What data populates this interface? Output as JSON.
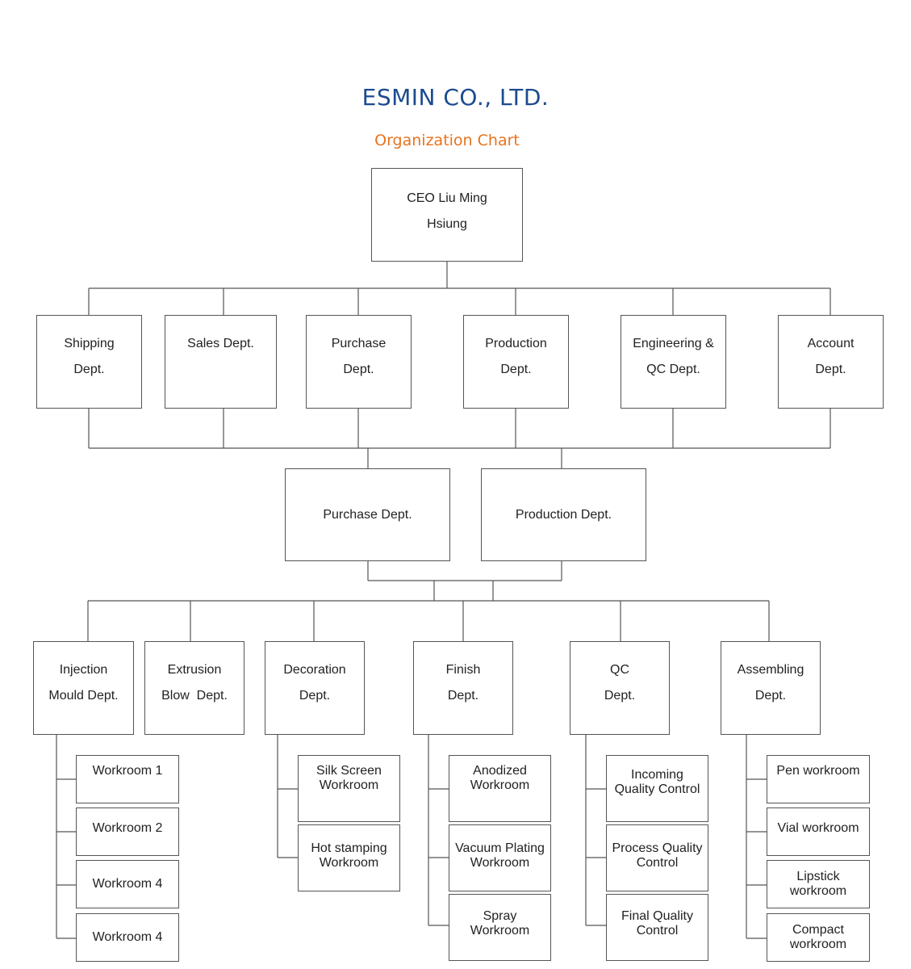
{
  "header": {
    "title": "ESMIN CO., LTD.",
    "subtitle": "Organization Chart",
    "title_color": "#1b4b8f",
    "subtitle_color": "#e8731e"
  },
  "ceo": [
    "CEO Liu Ming",
    "Hsiung"
  ],
  "level1": [
    [
      "Shipping",
      "Dept."
    ],
    [
      "Sales Dept."
    ],
    [
      "Purchase",
      "Dept."
    ],
    [
      "Production",
      "Dept."
    ],
    [
      "Engineering &",
      "QC Dept."
    ],
    [
      "Account",
      "Dept."
    ]
  ],
  "level2": [
    "Purchase Dept.",
    "Production Dept."
  ],
  "level3": [
    [
      "Injection",
      "Mould Dept."
    ],
    [
      "Extrusion",
      "Blow  Dept."
    ],
    [
      "Decoration",
      "Dept."
    ],
    [
      "Finish",
      "Dept."
    ],
    [
      "QC",
      "Dept."
    ],
    [
      "Assembling",
      "Dept."
    ]
  ],
  "workrooms": {
    "injection": [
      "Workroom 1",
      "Workroom 2",
      "Workroom 4",
      "Workroom 4"
    ],
    "decoration": [
      [
        "Silk Screen",
        "Workroom"
      ],
      [
        "Hot stamping",
        "Workroom"
      ]
    ],
    "finish": [
      [
        "Anodized",
        "Workroom"
      ],
      [
        "Vacuum Plating",
        "Workroom"
      ],
      [
        "Spray",
        "Workroom"
      ]
    ],
    "qc": [
      [
        "Incoming",
        "Quality Control"
      ],
      [
        "Process Quality",
        "Control"
      ],
      [
        "Final Quality",
        "Control"
      ]
    ],
    "assembling": [
      "Pen workroom",
      "Vial workroom",
      [
        "Lipstick",
        "workroom"
      ],
      [
        "Compact",
        "workroom"
      ]
    ]
  },
  "colors": {
    "line": "#555555",
    "text": "#222222"
  }
}
